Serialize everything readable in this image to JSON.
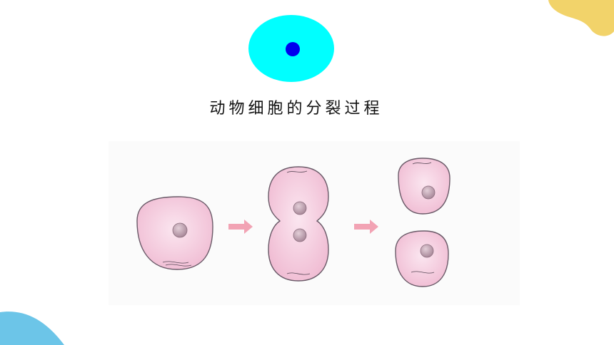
{
  "slide": {
    "title": "动物细胞的分裂过程"
  },
  "colors": {
    "logo_cell": "#00ffff",
    "logo_nucleus": "#0000ee",
    "blob_yellow": "#f2d36a",
    "blob_blue": "#6cc5e8",
    "cell_fill": "#f6cfe0",
    "cell_outline": "#6a5a68",
    "nucleus_fill": "#c9a9b8",
    "arrow": "#f2a3b4"
  },
  "icons": {
    "top_right_decoration": "yellow-blob",
    "bottom_left_decoration": "blue-blob",
    "process_arrow": "right-arrow"
  },
  "diagram": {
    "stages": [
      "single-cell",
      "dividing-cell",
      "two-daughter-cells"
    ]
  }
}
